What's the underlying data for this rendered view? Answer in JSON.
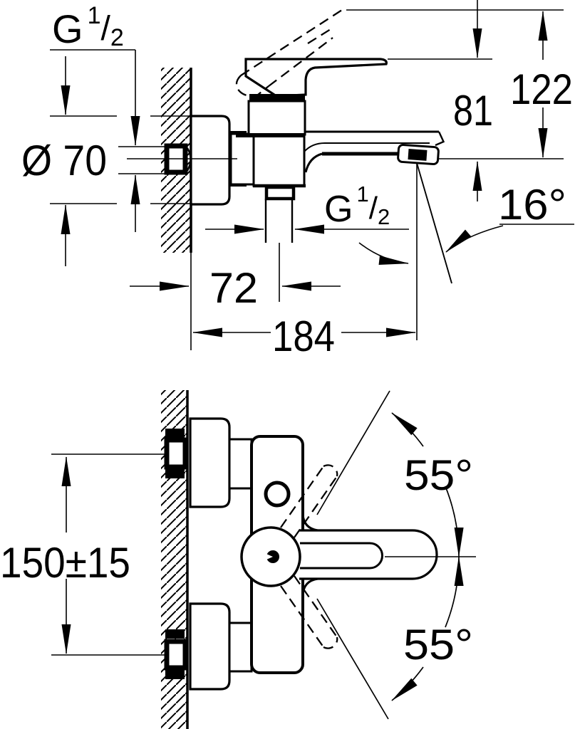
{
  "labels": {
    "thread_top": {
      "g": "G",
      "num": "1",
      "slash": "/",
      "den": "2"
    },
    "thread_spout": {
      "g": "G",
      "num": "1",
      "slash": "/",
      "den": "2"
    },
    "flange_diameter": "Ø 70",
    "height_handle_raised": "122",
    "height_handle_rest": "81",
    "spout_angle": "16°",
    "wall_to_shower_outlet": "72",
    "total_projection": "184",
    "inlet_center_distance": "150±15",
    "lever_swing_up": "55°",
    "lever_swing_down": "55°"
  },
  "colors": {
    "ink": "#000000",
    "paper": "#ffffff"
  }
}
